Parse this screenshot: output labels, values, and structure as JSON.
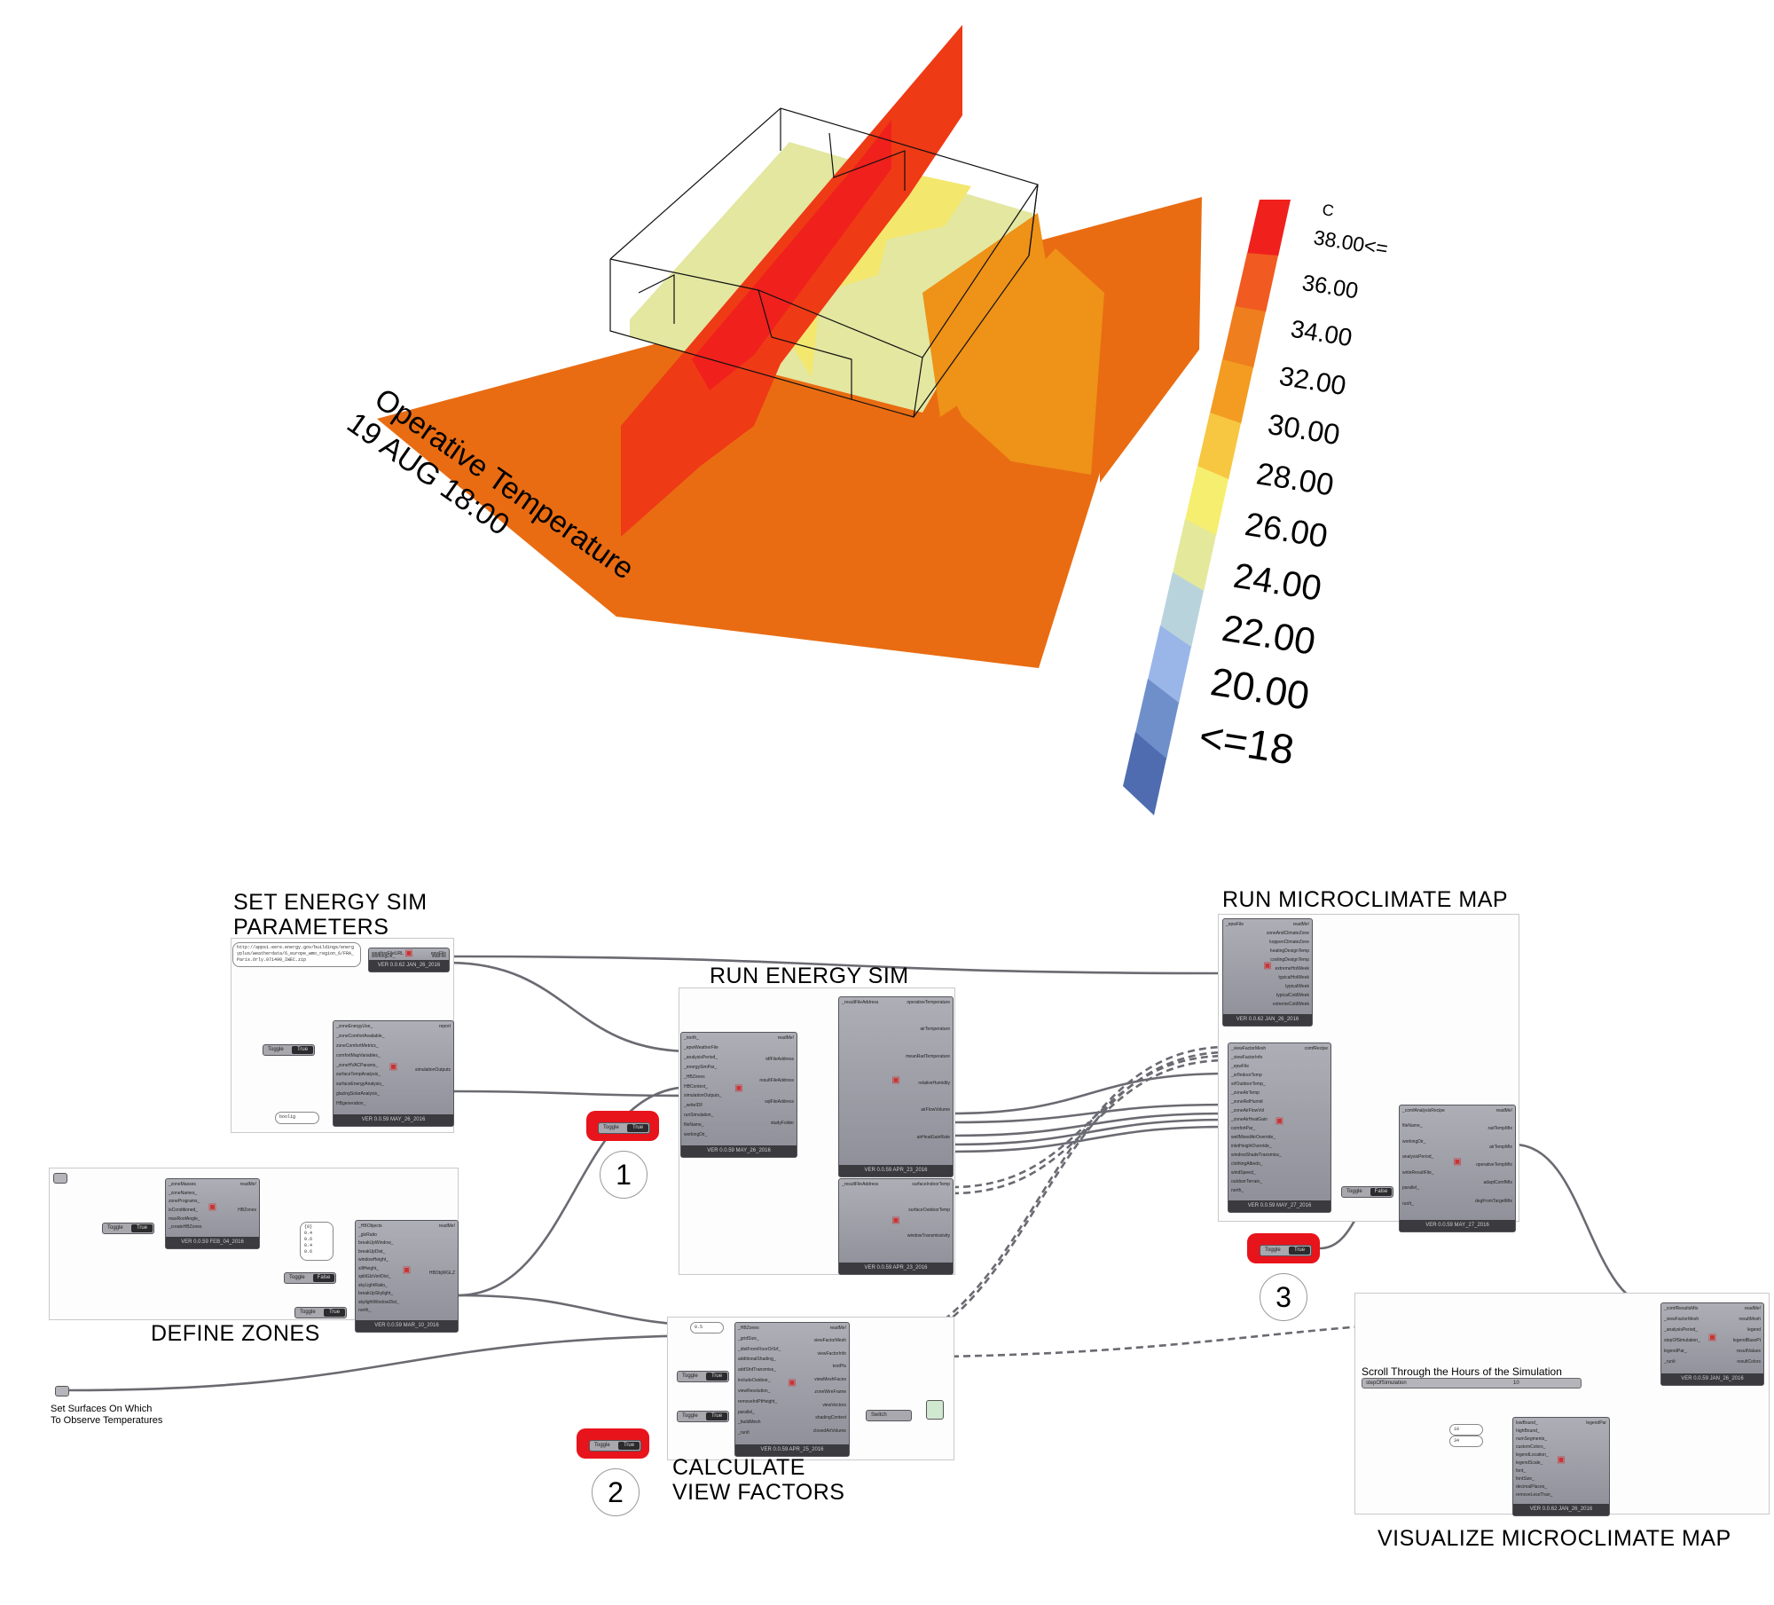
{
  "visualization": {
    "title_line1": "Operative Temperature",
    "title_line2": "19 AUG 18:00"
  },
  "legend": {
    "unit": "C",
    "labels": [
      "38.00<=",
      "36.00",
      "34.00",
      "32.00",
      "30.00",
      "28.00",
      "26.00",
      "24.00",
      "22.00",
      "20.00",
      "<=18"
    ],
    "colors": [
      "#f0201c",
      "#f15a20",
      "#ef7e1e",
      "#f39c21",
      "#f7c742",
      "#f6ee6e",
      "#e4e89b",
      "#b9d3dc",
      "#9ab6e8",
      "#6f8fcb",
      "#4f6cb0"
    ]
  },
  "colors": {
    "ground": "#e96c12",
    "ground_east": "#ee9218",
    "plane": "#ef3a16",
    "roof": "#f3e76e",
    "roof_inner": "#e3e7a0",
    "highlight": "#e8141c",
    "wire": "#6a6a72"
  },
  "groups": {
    "set_energy": {
      "title_line1": "SET ENERGY SIM",
      "title_line2": "PARAMETERS"
    },
    "define_zones": {
      "title": "DEFINE ZONES"
    },
    "run_energy": {
      "title": "RUN ENERGY SIM"
    },
    "view_factors": {
      "title_line1": "CALCULATE",
      "title_line2": "VIEW FACTORS"
    },
    "run_micro": {
      "title": "RUN MICROCLIMATE MAP"
    },
    "visualize": {
      "title": "VISUALIZE MICROCLIMATE MAP"
    }
  },
  "notes": {
    "surfaces_line1": "Set Surfaces On Which",
    "surfaces_line2": "To Observe Temperatures",
    "scroll_label": "Scroll Through the Hours of the Simulation",
    "slider_name": "stepOfSimulation",
    "slider_value": "10"
  },
  "steps": [
    "1",
    "2",
    "3"
  ],
  "toggle": {
    "label": "Toggle",
    "true": "True",
    "false": "False"
  },
  "panels": {
    "weather": "http://apps1.eere.energy.gov/buildings/energyplus/weatherdata/6_europe_wmo_region_6/FRA_Paris.Orly.071490_IWEC.zip",
    "zones": "{0}\n0.4\n0.6\n0.4\n0.6",
    "bool": "boolig",
    "factor": "0.5",
    "legend_a": "10",
    "legend_b": "34",
    "switch": "Switch"
  },
  "components": {
    "weather": {
      "inputs": [
        "weatherFileURL",
        "workingDir_"
      ],
      "outputs": [
        "epwFile",
        "statFile"
      ],
      "footer": "VER 0.0.62\nJAN_26_2016"
    },
    "energy_params": {
      "inputs": [
        "_zoneEnergyUse_",
        "_zoneComfortAvailable_",
        "zoneComfortMetrics_",
        "comfortMapVariables_",
        "_zoneHVACParams_",
        "surfaceTempAnalysis_",
        "surfaceEnergyAnalysis_",
        "glazingSolarAnalysis_",
        "HBgeneration_"
      ],
      "outputs": [
        "report",
        "simulationOutputs"
      ],
      "footer": "VER 0.0.59\nMAY_26_2016"
    },
    "masses": {
      "inputs": [
        "_zoneMasses",
        "_zoneNames_",
        "zonePrograms_",
        "isConditioned_",
        "maxRoofAngle_",
        "_createHBZones"
      ],
      "outputs": [
        "readMe!",
        "HBZones"
      ],
      "footer": "VER 0.0.59\nFEB_04_2016"
    },
    "glazing": {
      "inputs": [
        "_HBObjects",
        "_glzRatio",
        "breakUpWindow_",
        "breakUpDist_",
        "windowHeight_",
        "sillHeight_",
        "splitGlzVertDist_",
        "skyLightRatio_",
        "breakUpSkylight_",
        "skylightWindowDist_",
        "north_"
      ],
      "outputs": [
        "readMe!",
        "HBObjWGLZ"
      ],
      "footer": "VER 0.0.59\nMAR_10_2016"
    },
    "run_energy": {
      "inputs": [
        "_north_",
        "_epwWeatherFile",
        "_analysisPeriod_",
        "_energySimPar_",
        "_HBZones",
        "HBContext_",
        "simulationOutputs_",
        "_writeIDF",
        "runSimulation_",
        "fileName_",
        "workingDir_"
      ],
      "outputs": [
        "readMe!",
        "idfFileAddress",
        "resultFileAddress",
        "sqlFileAddress",
        "studyFolder"
      ],
      "footer": "VER 0.0.59\nMAY_26_2016"
    },
    "read_results": {
      "inputs": [
        "_resultFileAddress"
      ],
      "outputs": [
        "operativeTemperature",
        "airTemperature",
        "meanRadTemperature",
        "relativeHumidity",
        "airFlowVolume",
        "airHeatGainRate"
      ],
      "footer": "VER 0.0.59\nAPR_23_2016"
    },
    "read_surfaces": {
      "inputs": [
        "_resultFileAddress"
      ],
      "outputs": [
        "surfaceIndoorTemp",
        "surfaceOutdoorTemp",
        "windowTransmissivity"
      ],
      "footer": "VER 0.0.59\nAPR_23_2016"
    },
    "view_factor": {
      "inputs": [
        "_HBZones",
        "_gridSize_",
        "_distFromFloorOrSrf_",
        "additionalShading_",
        "addShdTransmiss_",
        "includeOutdoor_",
        "viewResolution_",
        "removeIntPtHeight_",
        "parallel_",
        "_buildMesh",
        "_runIt"
      ],
      "outputs": [
        "readMe!",
        "viewFactorMesh",
        "viewFactorInfo",
        "testPts",
        "viewMeshFaces",
        "zoneWireFrame",
        "viewVectors",
        "shadingContext",
        "closedAirVolume"
      ],
      "footer": "VER 0.0.59\nAPR_25_2016"
    },
    "epw_info": {
      "inputs": [
        "_epwFile"
      ],
      "outputs": [
        "readMe!",
        "zoneAndClimateZone",
        "koppenClimateZone",
        "heatingDesignTemp",
        "coolingDesignTemp",
        "extremeHotWeek",
        "typicalHotWeek",
        "typicalWeek",
        "typicalColdWeek",
        "extremeColdWeek"
      ],
      "footer": "VER 0.0.62\nJAN_26_2016"
    },
    "micro_recipe": {
      "inputs": [
        "_viewFactorMesh",
        "_viewFactorInfo",
        "_epwFile",
        "_srfIndoorTemp",
        "srfOutdoorTemp_",
        "_zoneAirTemp",
        "_zoneRelHumid",
        "_zoneAirFlowVol",
        "_zoneAirHeatGain",
        "comfortPar_",
        "wellMixedAirOverride_",
        "inletHeightOverride_",
        "windowShadeTransmiss_",
        "clothingAlbedo_",
        "windSpeed_",
        "outdoorTerrain_",
        "north_"
      ],
      "outputs": [
        "comfRecipe"
      ],
      "footer": "VER 0.0.59\nMAY_27_2016"
    },
    "micro_run": {
      "inputs": [
        "_comfAnalysisRecipe",
        "fileName_",
        "workingDir_",
        "analysisPeriod_",
        "writeResultFile_",
        "parallel_",
        "runIt_"
      ],
      "outputs": [
        "readMe!",
        "radTempMtx",
        "airTempMtx",
        "operativeTempMtx",
        "adaptComfMtx",
        "degFromTargetMtx"
      ],
      "footer": "VER 0.0.59\nMAY_27_2016"
    },
    "vis": {
      "inputs": [
        "_comfResultsMtx",
        "_viewFactorMesh",
        "_analysisPeriod_",
        "stepOfSimulation_",
        "legendPar_",
        "_runIt"
      ],
      "outputs": [
        "readMe!",
        "resultMesh",
        "legend",
        "legendBasePt",
        "resultValues",
        "resultColors"
      ],
      "footer": "VER 0.0.59\nJAN_26_2016"
    },
    "legend_par": {
      "inputs": [
        "lowBound_",
        "highBound_",
        "numSegments_",
        "customColors_",
        "legendLocation_",
        "legendScale_",
        "font_",
        "fontSize_",
        "decimalPlaces_",
        "removeLessThan_"
      ],
      "outputs": [
        "legendPar"
      ],
      "footer": "VER 0.0.62\nJAN_26_2016"
    }
  }
}
